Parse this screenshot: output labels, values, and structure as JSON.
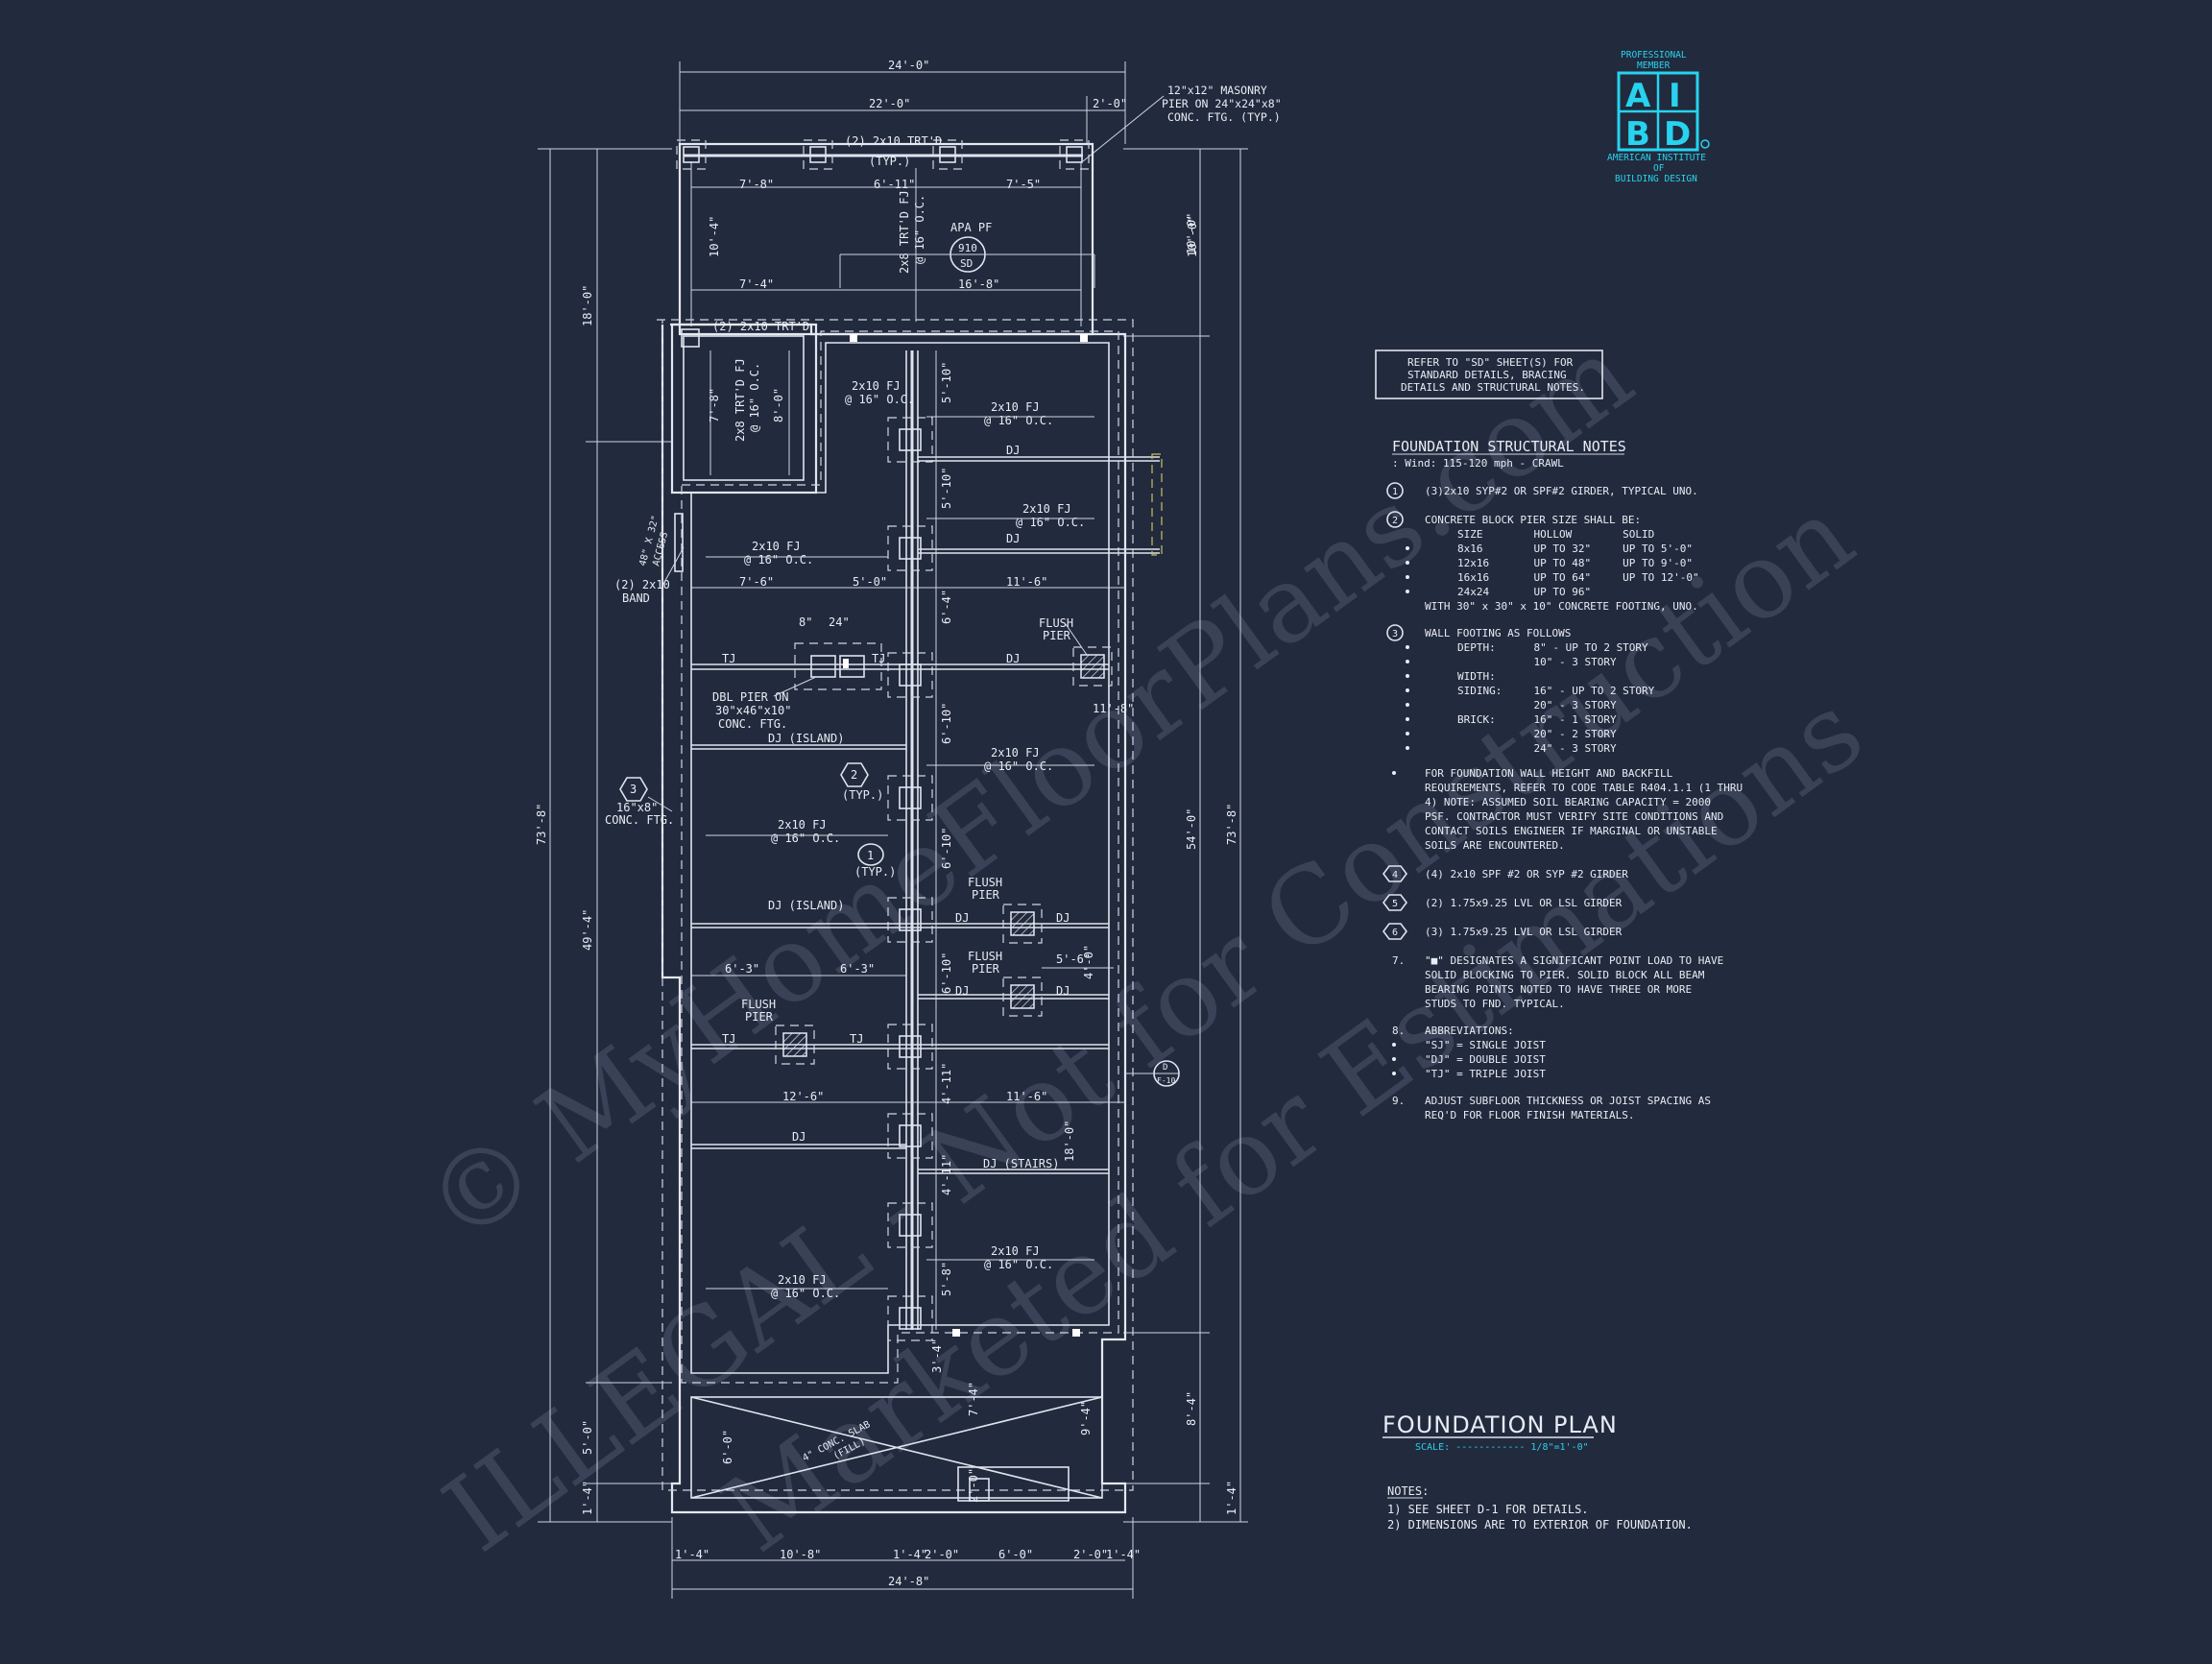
{
  "plan": {
    "title": "FOUNDATION PLAN",
    "scale_label": "SCALE: ------------ 1/8\"=1'-0\"",
    "refer_box": [
      "REFER TO \"SD\" SHEET(S) FOR",
      "STANDARD DETAILS, BRACING",
      "DETAILS AND STRUCTURAL NOTES."
    ]
  },
  "logo": {
    "top": [
      "PROFESSIONAL",
      "MEMBER"
    ],
    "letters": [
      "A",
      "I",
      "B",
      "D"
    ],
    "bottom": [
      "AMERICAN INSTITUTE",
      "OF",
      "BUILDING DESIGN"
    ],
    "accent": "#27d3ee"
  },
  "watermark": [
    "© MyHomeFloorPlans.com",
    "ILLEGAL - Not for Construction",
    "Marketed for Estimations"
  ],
  "structural_notes": {
    "title": "FOUNDATION STRUCTURAL NOTES",
    "wind": ": Wind: 115-120 mph - CRAWL",
    "lines": [
      {
        "n": "1",
        "t": "(3)2x10 SYP#2 OR SPF#2 GIRDER, TYPICAL UNO."
      },
      {
        "n": "2",
        "t": "CONCRETE BLOCK PIER SIZE SHALL BE:"
      },
      {
        "n": "",
        "t": "SIZE        HOLLOW        SOLID"
      },
      {
        "n": "",
        "t": "8x16        UP TO 32\"     UP TO 5'-0\""
      },
      {
        "n": "",
        "t": "12x16       UP TO 48\"     UP TO 9'-0\""
      },
      {
        "n": "",
        "t": "16x16       UP TO 64\"     UP TO 12'-0\""
      },
      {
        "n": "",
        "t": "24x24       UP TO 96\""
      },
      {
        "n": "",
        "t": "WITH 30\" x 30\" x 10\" CONCRETE FOOTING, UNO."
      },
      {
        "n": "3",
        "t": "WALL FOOTING AS FOLLOWS"
      },
      {
        "n": "",
        "t": "DEPTH:      8\" - UP TO 2 STORY"
      },
      {
        "n": "",
        "t": "            10\" - 3 STORY"
      },
      {
        "n": "",
        "t": "WIDTH:"
      },
      {
        "n": "",
        "t": "SIDING:     16\" - UP TO 2 STORY"
      },
      {
        "n": "",
        "t": "            20\" - 3 STORY"
      },
      {
        "n": "",
        "t": "BRICK:      16\" - 1 STORY"
      },
      {
        "n": "",
        "t": "            20\" - 2 STORY"
      },
      {
        "n": "",
        "t": "            24\" - 3 STORY"
      }
    ],
    "para": [
      "FOR FOUNDATION WALL HEIGHT AND BACKFILL",
      "REQUIREMENTS, REFER TO CODE TABLE R404.1.1 (1 THRU",
      "4) NOTE: ASSUMED SOIL BEARING CAPACITY = 2000",
      "PSF. CONTRACTOR MUST VERIFY SITE CONDITIONS AND",
      "CONTACT SOILS ENGINEER IF MARGINAL OR UNSTABLE",
      "SOILS ARE ENCOUNTERED."
    ],
    "items": [
      {
        "n": "4",
        "t": "(4) 2x10 SPF #2 OR SYP #2 GIRDER"
      },
      {
        "n": "5",
        "t": "(2) 1.75x9.25 LVL OR LSL GIRDER"
      },
      {
        "n": "6",
        "t": "(3) 1.75x9.25 LVL OR LSL GIRDER"
      }
    ],
    "note7": [
      "\"■\" DESIGNATES A SIGNIFICANT POINT LOAD TO HAVE",
      "SOLID BLOCKING TO  PIER. SOLID BLOCK ALL BEAM",
      "BEARING POINTS NOTED TO HAVE THREE OR MORE",
      "STUDS TO FND. TYPICAL."
    ],
    "note8": [
      "ABBREVIATIONS:",
      "\"SJ\" = SINGLE JOIST",
      "\"DJ\" = DOUBLE JOIST",
      "\"TJ\" = TRIPLE JOIST"
    ],
    "note9": [
      "ADJUST SUBFLOOR THICKNESS OR JOIST SPACING AS",
      "REQ'D FOR FLOOR FINISH MATERIALS."
    ]
  },
  "notes": {
    "title": "NOTES:",
    "lines": [
      "1)  SEE SHEET D-1 FOR DETAILS.",
      "2)  DIMENSIONS ARE TO EXTERIOR OF FOUNDATION."
    ]
  },
  "labels": {
    "dim_top_overall": "24'-0\"",
    "dim_top_a": "22'-0\"",
    "dim_top_b": "2'-0\"",
    "masonry": [
      "12\"x12\" MASONRY",
      "PIER ON 24\"x24\"x8\"",
      "CONC. FTG. (TYP.)"
    ],
    "girder_top": [
      "(2) 2x10 TRT'D",
      "(TYP.)"
    ],
    "porch_dims": [
      "7'-8\"",
      "6'-11\"",
      "7'-5\""
    ],
    "apa": [
      "APA PF",
      "910",
      "SD"
    ],
    "trtd_fj": [
      "2x8 TRT'D FJ",
      "@ 16\" O.C."
    ],
    "dim_7_4": "7'-4\"",
    "dim_16_8": "16'-8\"",
    "dim_10_4": "10'-4\"",
    "dim_10_0": "10'-0\"",
    "girder_mid": "(2) 2x10 TRT'D",
    "trtd_fj2": [
      "2x8 TRT'D FJ",
      "@ 16\" O.C."
    ],
    "dim_7_8": "7'-8\"",
    "dim_8_0": "8'-0\"",
    "fj": [
      "2x10 FJ",
      "@ 16\" O.C."
    ],
    "dj": "DJ",
    "tj": "TJ",
    "dj_island": "DJ (ISLAND)",
    "dj_stairs": "DJ (STAIRS)",
    "access": [
      "48\" X 32\"",
      "ACCESS"
    ],
    "band": [
      "(2) 2x10",
      "BAND"
    ],
    "dims_row1": [
      "7'-6\"",
      "5'-0\"",
      "11'-6\""
    ],
    "dim_8": "8\"",
    "dim_24": "24\"",
    "flush_pier": [
      "FLUSH",
      "PIER"
    ],
    "dbl_pier": [
      "DBL PIER ON",
      "30\"x46\"x10\"",
      "CONC. FTG."
    ],
    "dim_11_8": "11'-8\"",
    "typ2": "(TYP.)",
    "typ1": "(TYP.)",
    "ftg3": [
      "16\"x8\"",
      "CONC. FTG."
    ],
    "dims_row2": [
      "6'-3\"",
      "6'-3\""
    ],
    "dim_5_6": "5'-6\"",
    "dims_row3": [
      "12'-6\"",
      "11'-6\""
    ],
    "dim_18_0": "18'-0\"",
    "slab": [
      "4\" CONC. SLAB",
      "(FILL)"
    ],
    "vert_left": [
      "18'-0\"",
      "49'-4\"",
      "5'-0\"",
      "1'-4\""
    ],
    "vert_left_overall": "73'-8\"",
    "vert_right": [
      "10'-0\"",
      "54'-0\"",
      "8'-4\"",
      "1'-4\""
    ],
    "vert_right_overall": "73'-8\"",
    "vert_mid": [
      "5'-10\"",
      "5'-10\"",
      "6'-4\"",
      "6'-10\"",
      "6'-10\"",
      "6'-10\"",
      "4'-11\"",
      "4'-11\"",
      "5'-8\"",
      "3'-4\"",
      "7'-4\"",
      "2'-0\"",
      "9'-4\"",
      "4'-0\"",
      "6'-0\""
    ],
    "bottom_dims": [
      "1'-4\"",
      "10'-8\"",
      "1'-4\"",
      "2'-0\"",
      "6'-0\"",
      "2'-0\"",
      "1'-4\""
    ],
    "bottom_overall": "24'-8\"",
    "tag_d": [
      "D",
      "F-10"
    ]
  }
}
